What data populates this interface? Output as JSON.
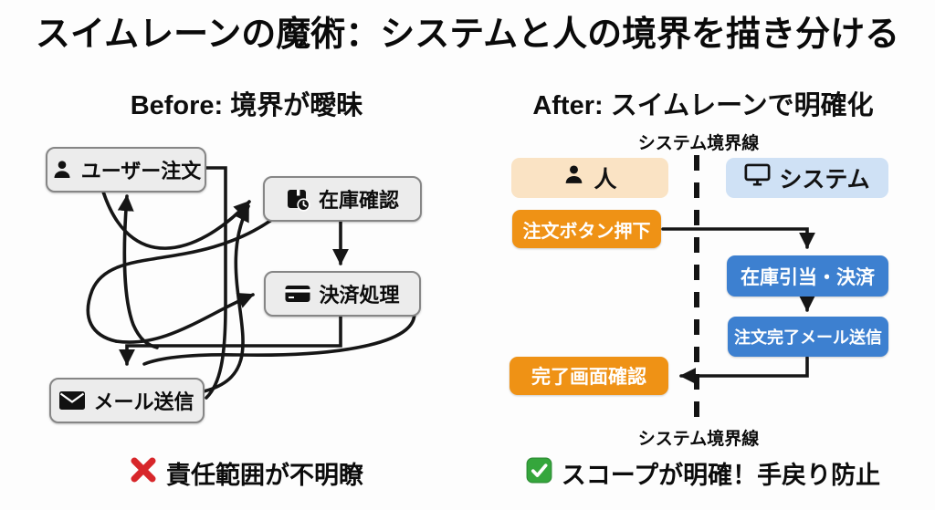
{
  "title": "スイムレーンの魔術：システムと人の境界を描き分ける",
  "before": {
    "heading": "Before: 境界が曖昧",
    "nodes": [
      {
        "label": "ユーザー注文",
        "icon": "user-icon"
      },
      {
        "label": "在庫確認",
        "icon": "package-clock-icon"
      },
      {
        "label": "決済処理",
        "icon": "credit-card-icon"
      },
      {
        "label": "メール送信",
        "icon": "envelope-icon"
      }
    ],
    "caption": "責任範囲が不明瞭",
    "caption_icon": "cross-mark-icon"
  },
  "after": {
    "heading": "After: スイムレーンで明確化",
    "boundary_label_top": "システム境界線",
    "boundary_label_bottom": "システム境界線",
    "lanes": [
      {
        "label": "人",
        "icon": "person-icon",
        "bg_color": "#fae3c4"
      },
      {
        "label": "システム",
        "icon": "monitor-icon",
        "bg_color": "#cfe1f5"
      }
    ],
    "steps": [
      {
        "label": "注文ボタン押下",
        "lane": "人",
        "bg_color": "#ef9215"
      },
      {
        "label": "在庫引当・決済",
        "lane": "システム",
        "bg_color": "#3d80d0"
      },
      {
        "label": "注文完了メール送信",
        "lane": "システム",
        "bg_color": "#3d80d0"
      },
      {
        "label": "完了画面確認",
        "lane": "人",
        "bg_color": "#ef9215"
      }
    ],
    "flow_order": [
      "注文ボタン押下",
      "在庫引当・決済",
      "注文完了メール送信",
      "完了画面確認"
    ],
    "caption": "スコープが明確！手戻り防止",
    "caption_icon": "check-mark-icon"
  },
  "colors": {
    "background": "#fdfdfd",
    "text": "#0c0c0c",
    "line": "#161616",
    "node_fill": "#ececec",
    "node_border": "#868686",
    "accent_orange": "#ef9215",
    "accent_blue": "#3d80d0",
    "lane_person_bg": "#fae3c4",
    "lane_system_bg": "#cfe1f5",
    "cross_red": "#d7262a",
    "check_green": "#35a63c"
  }
}
